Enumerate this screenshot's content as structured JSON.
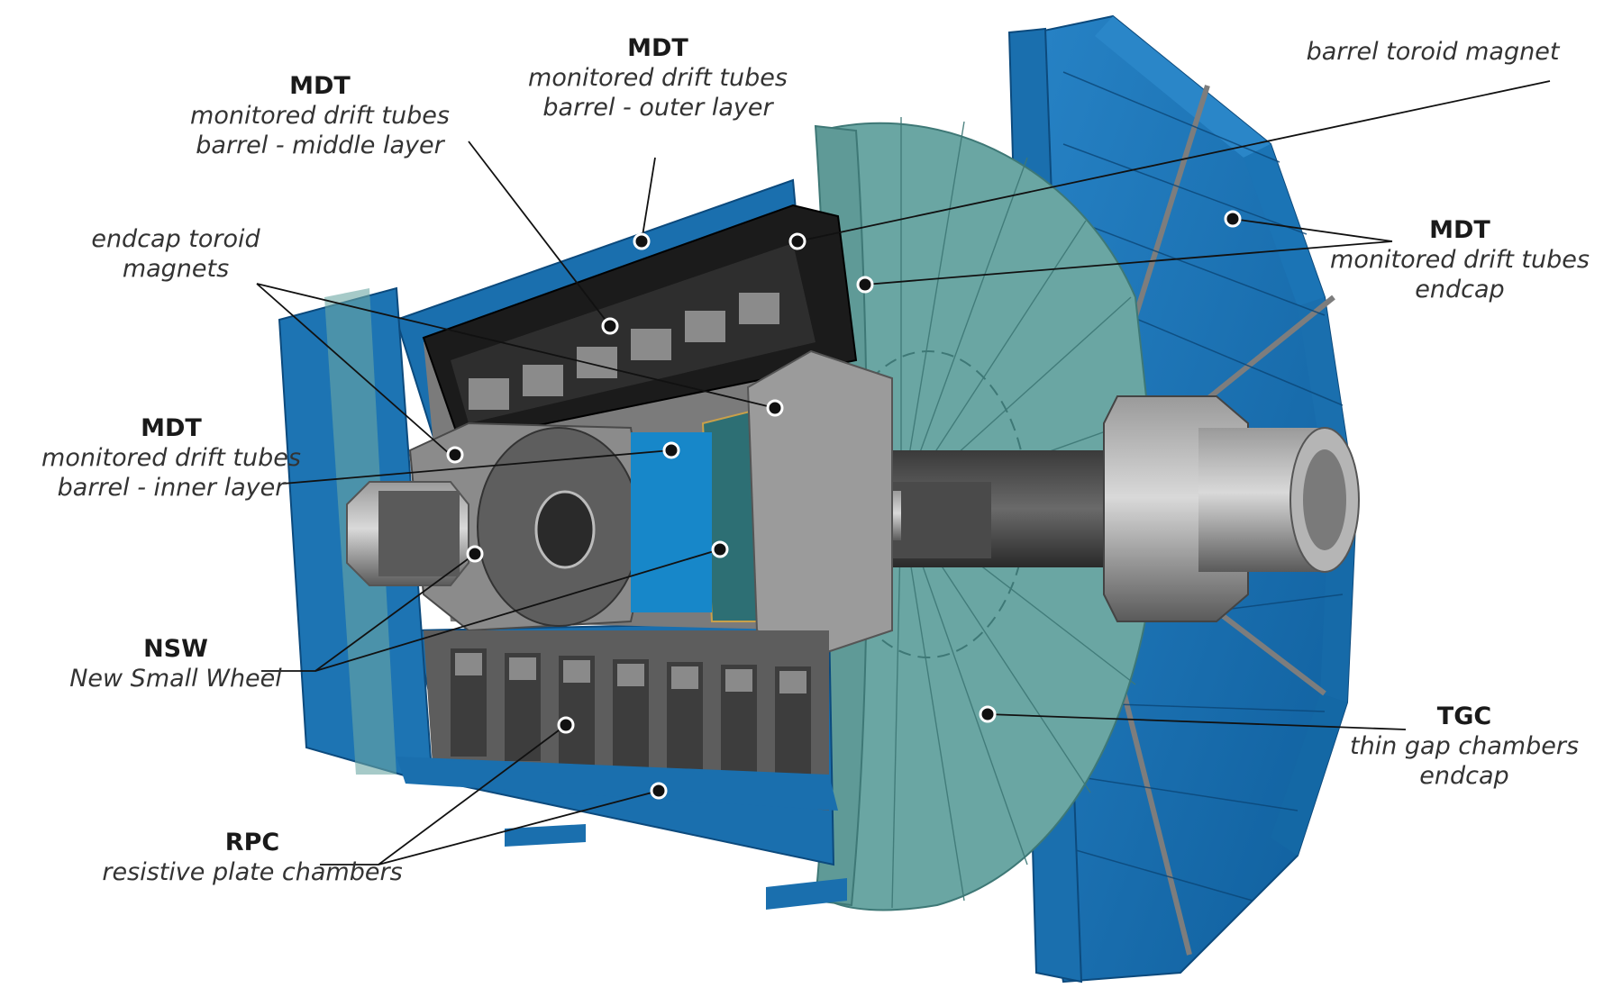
{
  "labels": {
    "mdt_outer": {
      "title": "MDT",
      "line1": "monitored drift tubes",
      "line2": "barrel - outer layer"
    },
    "mdt_middle": {
      "title": "MDT",
      "line1": "monitored drift tubes",
      "line2": "barrel - middle layer"
    },
    "endcap_toroid": {
      "line1": "endcap toroid",
      "line2": "magnets"
    },
    "mdt_inner": {
      "title": "MDT",
      "line1": "monitored drift tubes",
      "line2": "barrel - inner layer"
    },
    "nsw": {
      "title": "NSW",
      "line1": "New Small Wheel"
    },
    "rpc": {
      "title": "RPC",
      "line1": "resistive plate chambers"
    },
    "barrel_toroid": {
      "line1": "barrel toroid magnet"
    },
    "mdt_endcap": {
      "title": "MDT",
      "line1": "monitored drift tubes",
      "line2": "endcap"
    },
    "tgc": {
      "title": "TGC",
      "line1": "thin gap chambers",
      "line2": "endcap"
    }
  },
  "colors": {
    "mdt_blue": "#1a6fae",
    "tgc_teal": "#6aa6a3",
    "steel_gray": "#6f6f6f",
    "toroid_black": "#1b1b1b",
    "leader_line": "#111111"
  }
}
